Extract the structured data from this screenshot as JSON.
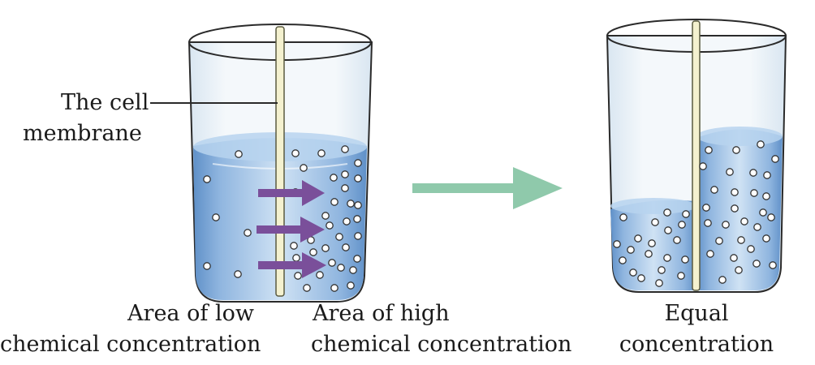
{
  "labels": {
    "membrane": [
      "The cell",
      "membrane"
    ],
    "low_area": [
      "Area of low",
      "chemical concentration"
    ],
    "high_area": [
      "Area of high",
      "chemical concentration"
    ],
    "equal": [
      "Equal",
      "concentration"
    ]
  },
  "colors": {
    "water_light": "#c9dff2",
    "water_dark": "#6f9fd4",
    "membrane": "#f4f1cf",
    "purple_arrow": "#7a4f9a",
    "green_arrow": "#8fc9ab",
    "glass_outline": "#2a2a2a",
    "particle_fill": "#ffffff"
  },
  "diagram": {
    "before": {
      "left_side_particles": 6,
      "right_side_particles": 40,
      "flow_arrows": 3,
      "flow_direction": "right"
    },
    "after": {
      "left_side_particles": 25,
      "right_side_particles": 40
    },
    "transition_arrow": "right"
  }
}
